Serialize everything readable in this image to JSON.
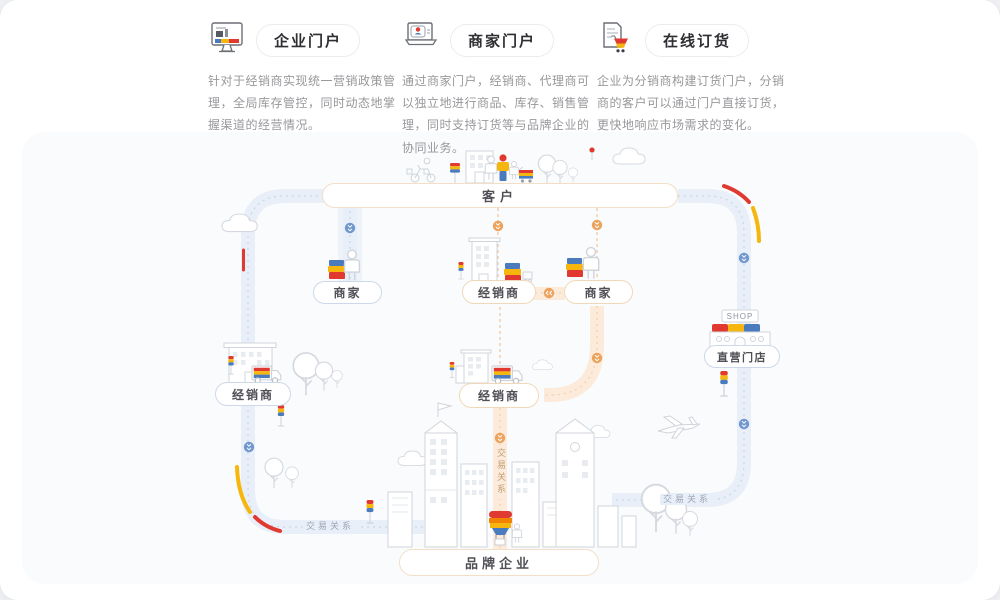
{
  "features": [
    {
      "title": "企业门户",
      "icon": "monitor-icon",
      "description": "针对于经销商实现统一营销政策管理，全局库存管控，同时动态地掌握渠道的经营情况。"
    },
    {
      "title": "商家门户",
      "icon": "laptop-user-icon",
      "description": "通过商家门户，经销商、代理商可以独立地进行商品、库存、销售管理，同时支持订货等与品牌企业的协同业务。"
    },
    {
      "title": "在线订货",
      "icon": "document-cart-icon",
      "description": "企业为分销商构建订货门户，分销商的客户可以通过门户直接订货，更快地响应市场需求的变化。"
    }
  ],
  "diagram": {
    "nodes": {
      "customer": "客户",
      "merchant_left": "商家",
      "distributor_top": "经销商",
      "merchant_right": "商家",
      "distributor_left": "经销商",
      "distributor_center": "经销商",
      "direct_store": "直营门店",
      "brand_enterprise": "品牌企业"
    },
    "road_labels": {
      "bottom_left": "交易关系",
      "bottom_right": "交易关系",
      "center_vertical": "交易关系"
    },
    "shop_sign": "SHOP",
    "colors": {
      "accent_red": "#e0392f",
      "accent_yellow": "#f6b60d",
      "accent_blue": "#4a7bbf",
      "road_blue": "#e9eff8",
      "road_orange": "#fcebdb",
      "border_tan": "#f2dfc6",
      "border_blue": "#cdd8e8",
      "text_dark": "#4f4f55",
      "text_gray": "#98989c"
    }
  }
}
